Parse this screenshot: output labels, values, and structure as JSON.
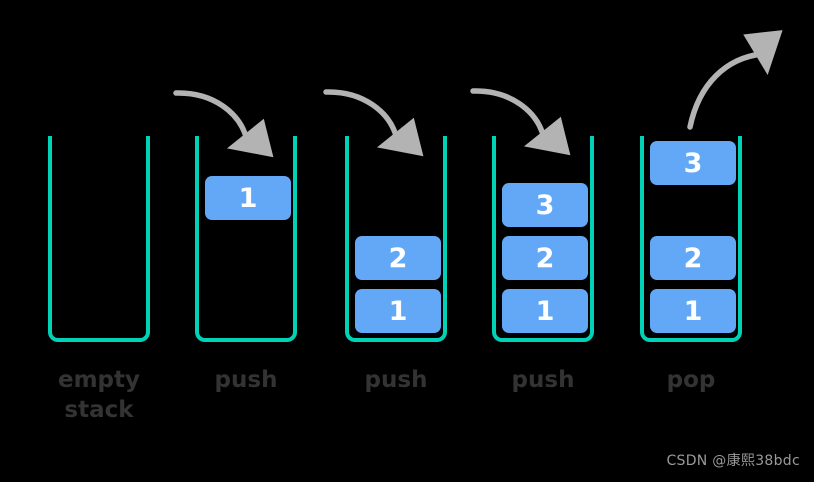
{
  "diagram": {
    "title": "stack push and pop operations",
    "colors": {
      "background": "#000000",
      "vessel_border": "#00d2b8",
      "block_fill": "#63a8f7",
      "block_text": "#ffffff",
      "arrow": "#b3b3b3",
      "caption_text": "#333333",
      "watermark_text": "#9a9a9a"
    },
    "stacks": [
      {
        "id": "stack-empty",
        "caption": "empty\nstack",
        "blocks": [],
        "arrow": "none"
      },
      {
        "id": "stack-push-1",
        "caption": "push",
        "blocks": [
          {
            "label": "1",
            "state": "incoming"
          }
        ],
        "arrow": "push-in"
      },
      {
        "id": "stack-push-2",
        "caption": "push",
        "blocks": [
          {
            "label": "2",
            "state": "settled"
          },
          {
            "label": "1",
            "state": "settled"
          }
        ],
        "arrow": "push-in"
      },
      {
        "id": "stack-push-3",
        "caption": "push",
        "blocks": [
          {
            "label": "3",
            "state": "settled"
          },
          {
            "label": "2",
            "state": "settled"
          },
          {
            "label": "1",
            "state": "settled"
          }
        ],
        "arrow": "push-in"
      },
      {
        "id": "stack-pop",
        "caption": "pop",
        "blocks": [
          {
            "label": "3",
            "state": "outgoing"
          },
          {
            "label": "2",
            "state": "settled"
          },
          {
            "label": "1",
            "state": "settled"
          }
        ],
        "arrow": "pop-out"
      }
    ]
  },
  "watermark": {
    "text": "CSDN @康熙38bdc"
  }
}
